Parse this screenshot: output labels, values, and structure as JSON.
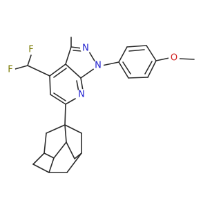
{
  "molecule": {
    "atoms": {
      "F1": "F",
      "F2": "F",
      "N_pyrazole_2": "N",
      "N_pyrazole_1": "N",
      "N_pyridine": "N",
      "O_methoxy": "O"
    }
  },
  "colors": {
    "bond": "#2b2b2b",
    "fluorine": "#7a7a00",
    "nitrogen": "#1f1fcf",
    "oxygen": "#d11f1f"
  }
}
